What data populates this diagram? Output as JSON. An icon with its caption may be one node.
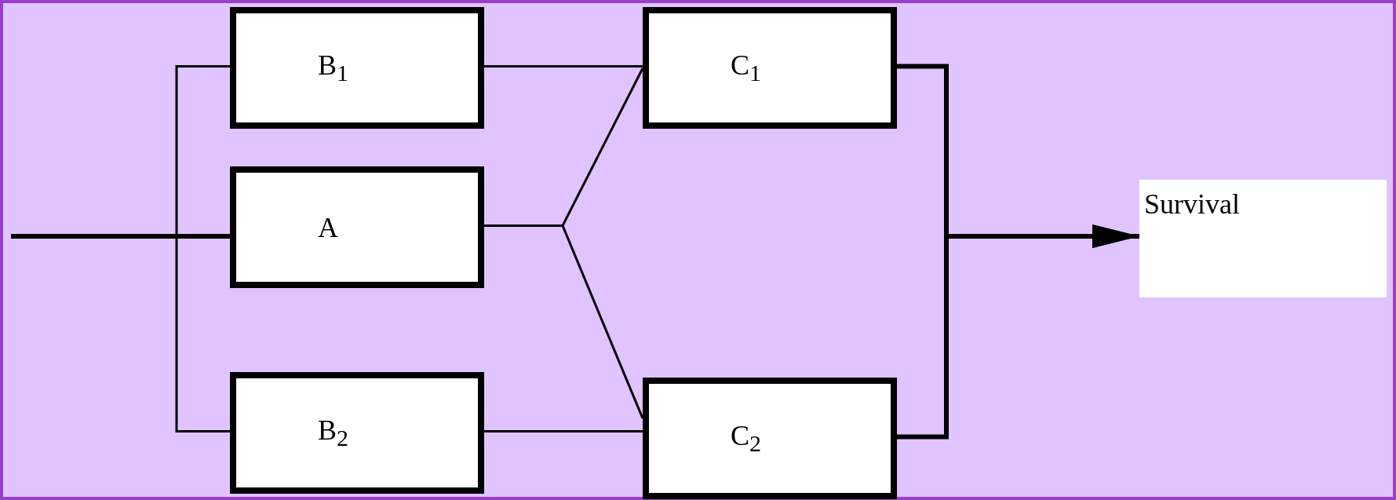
{
  "diagram": {
    "nodes": [
      {
        "text": [
          "B$_{1}$"
        ]
      },
      {
        "text": [
          "A"
        ]
      },
      {
        "text": [
          "B$_{2}$"
        ]
      },
      {
        "text": [
          "C$_{1}$"
        ]
      },
      {
        "text": [
          "C$_{2}$"
        ]
      },
      {
        "text": [
          "Survival"
        ]
      }
    ],
    "edges": [
      {
        "from": null,
        "to": 0,
        "arrow": "none"
      },
      {
        "from": null,
        "to": 1,
        "arrow": "none",
        "style": "thick"
      },
      {
        "from": null,
        "to": 2,
        "arrow": "none"
      },
      {
        "from": 0,
        "to": 3,
        "arrow": "none"
      },
      {
        "from": 1,
        "to": 3,
        "arrow": "none"
      },
      {
        "from": 1,
        "to": 4,
        "arrow": "none"
      },
      {
        "from": 2,
        "to": 4,
        "arrow": "none"
      },
      {
        "from": 3,
        "to": 5,
        "arrow": "to",
        "style": "thick"
      },
      {
        "from": 4,
        "to": 5,
        "arrow": "to",
        "style": "thick"
      }
    ]
  }
}
